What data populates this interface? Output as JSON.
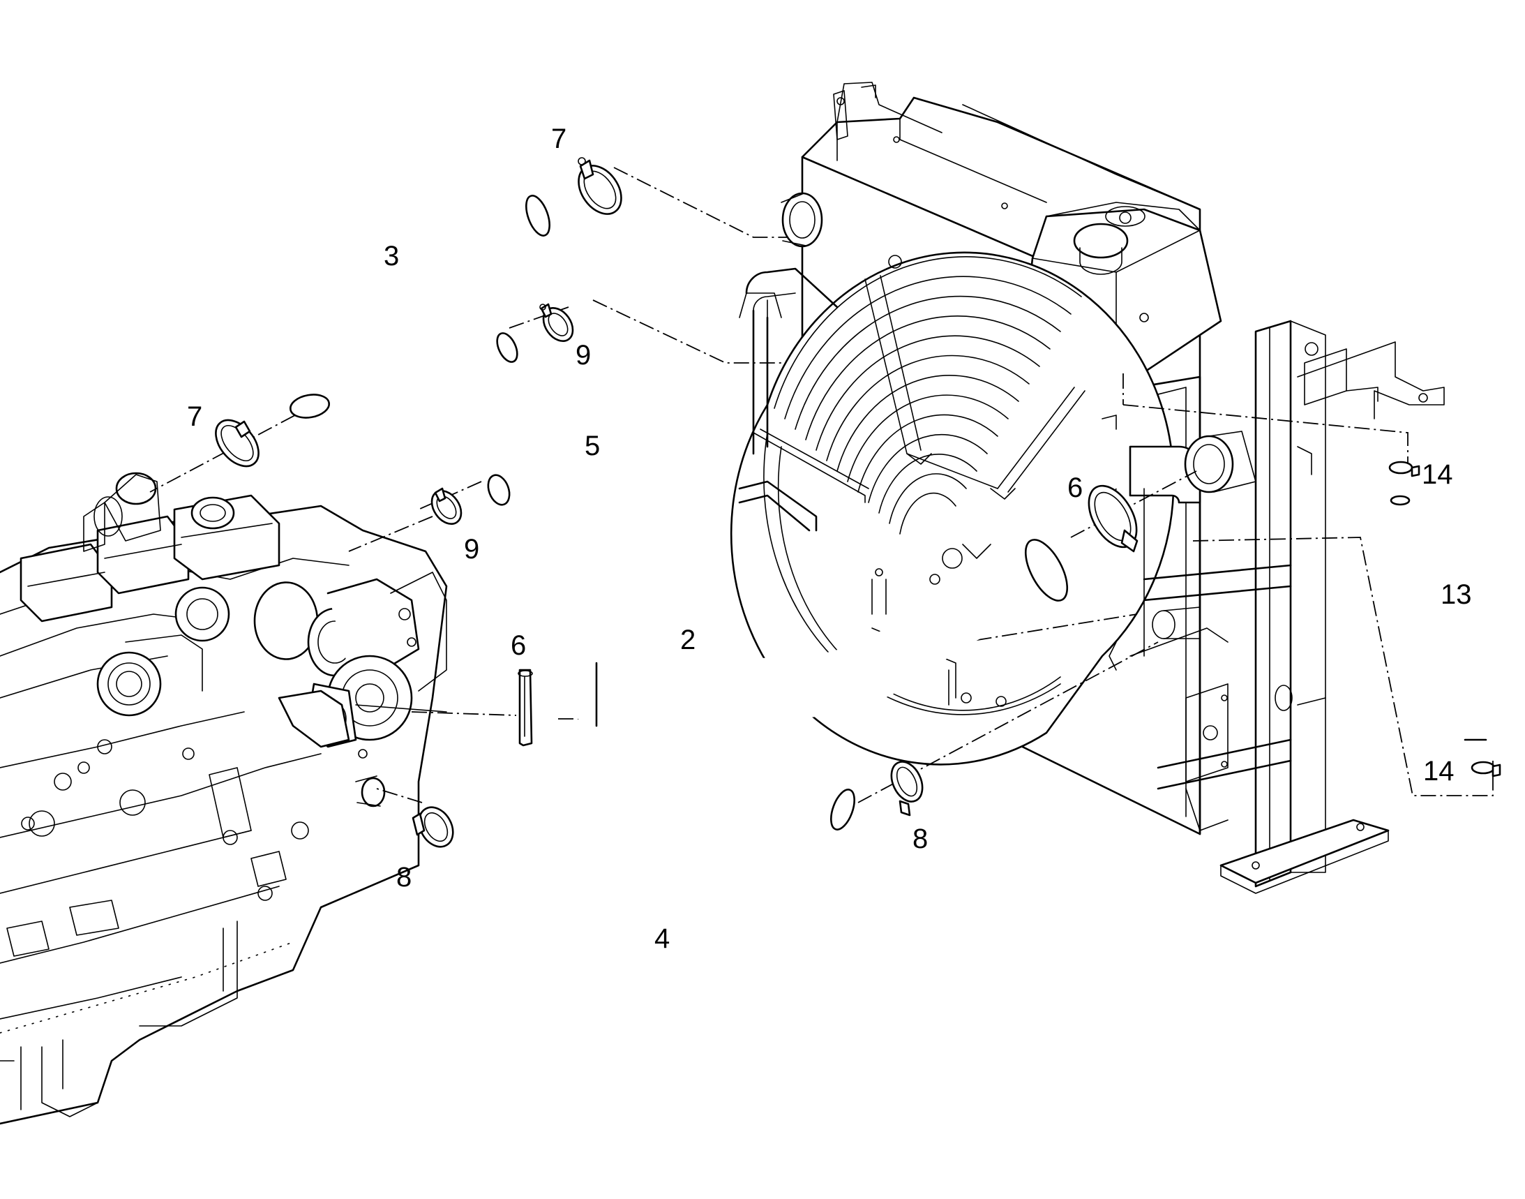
{
  "diagram": {
    "callouts": [
      {
        "id": "c2",
        "label": "2"
      },
      {
        "id": "c3",
        "label": "3"
      },
      {
        "id": "c4",
        "label": "4"
      },
      {
        "id": "c5",
        "label": "5"
      },
      {
        "id": "c6a",
        "label": "6"
      },
      {
        "id": "c6b",
        "label": "6"
      },
      {
        "id": "c7a",
        "label": "7"
      },
      {
        "id": "c7b",
        "label": "7"
      },
      {
        "id": "c8a",
        "label": "8"
      },
      {
        "id": "c8b",
        "label": "8"
      },
      {
        "id": "c9a",
        "label": "9"
      },
      {
        "id": "c9b",
        "label": "9"
      },
      {
        "id": "c13",
        "label": "13"
      },
      {
        "id": "c14a",
        "label": "14"
      },
      {
        "id": "c14b",
        "label": "14"
      }
    ]
  }
}
